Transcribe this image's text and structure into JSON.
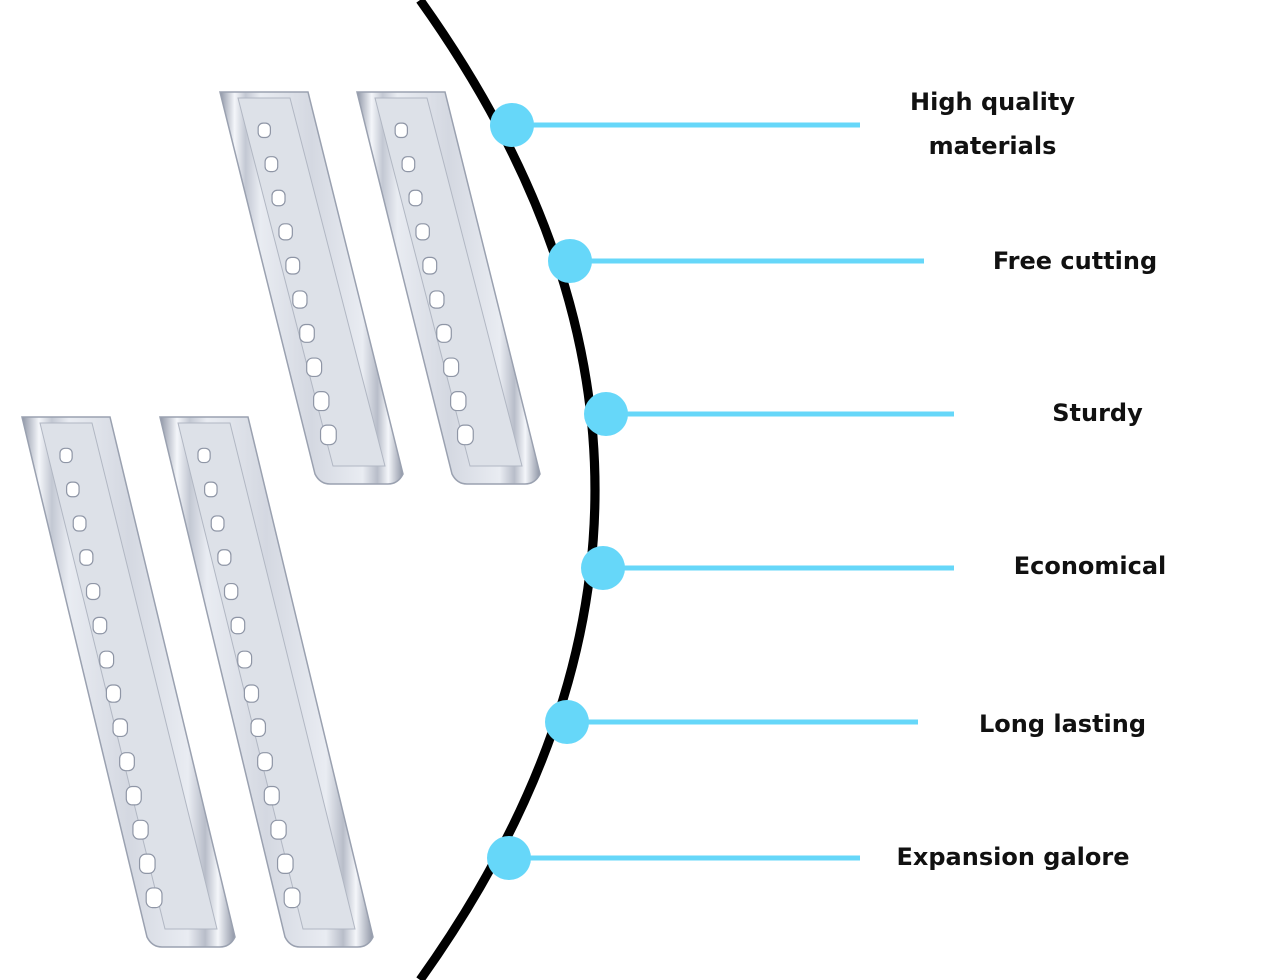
{
  "colors": {
    "background": "#ffffff",
    "arc": "#000000",
    "accent": "#66d7f9",
    "label_text": "#111111",
    "rail_light": "#f4f6fa",
    "rail_mid": "#c9ced9",
    "rail_dark": "#8f96a6"
  },
  "image": {
    "subject": "din-rail-photo",
    "rail_count": 4
  },
  "features": [
    {
      "id": "high-quality-materials",
      "line1": "High quality",
      "line2": "materials"
    },
    {
      "id": "free-cutting",
      "line1": "Free cutting"
    },
    {
      "id": "sturdy",
      "line1": "Sturdy"
    },
    {
      "id": "economical",
      "line1": "Economical"
    },
    {
      "id": "long-lasting",
      "line1": "Long lasting"
    },
    {
      "id": "expansion-galore",
      "line1": "Expansion galore"
    }
  ]
}
